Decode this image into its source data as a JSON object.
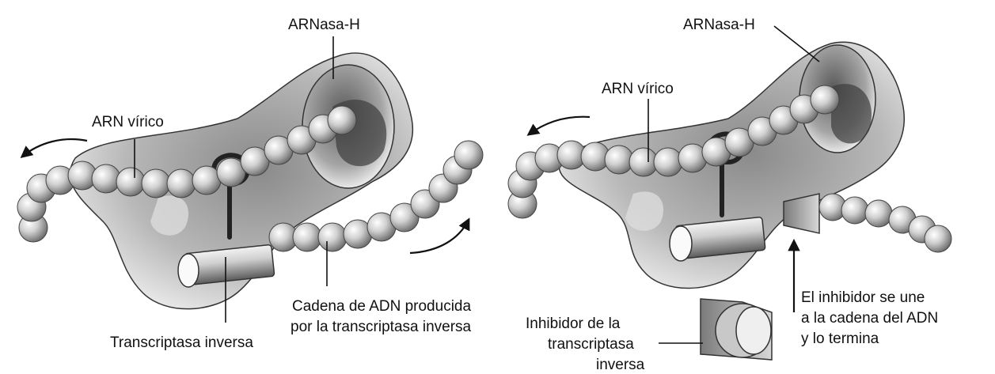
{
  "left_panel": {
    "rnase_label": "ARNasa-H",
    "viral_rna_label": "ARN vírico",
    "rt_label": "Transcriptasa inversa",
    "dna_label_line1": "Cadena de ADN producida",
    "dna_label_line2": "por la transcriptasa inversa"
  },
  "right_panel": {
    "rnase_label": "ARNasa-H",
    "viral_rna_label": "ARN vírico",
    "inhibitor_label_line1": "Inhibidor de la",
    "inhibitor_label_line2": "transcriptasa",
    "inhibitor_label_line3": "inversa",
    "binding_note_line1": "El inhibidor se une",
    "binding_note_line2": "a la cadena del ADN",
    "binding_note_line3": "y lo termina"
  },
  "icons": {
    "bead": "sphere",
    "arrow": "curved-arrow",
    "inhibitor": "wedge-block"
  }
}
